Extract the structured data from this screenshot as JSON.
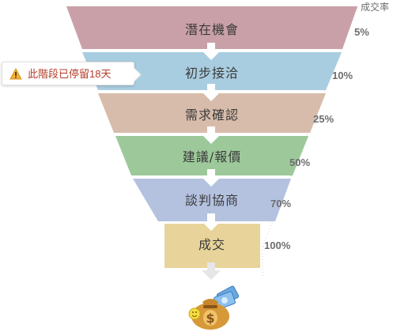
{
  "header": {
    "conversion_rate_label": "成交率"
  },
  "stages": [
    {
      "name": "潛在機會",
      "rate": "5%",
      "color": "#c9a0a8"
    },
    {
      "name": "初步接洽",
      "rate": "10%",
      "color": "#a9cde0"
    },
    {
      "name": "需求確認",
      "rate": "25%",
      "color": "#d8bcab"
    },
    {
      "name": "建議/報價",
      "rate": "50%",
      "color": "#9dc99a"
    },
    {
      "name": "談判協商",
      "rate": "70%",
      "color": "#b4c2e0"
    },
    {
      "name": "成交",
      "rate": "100%",
      "color": "#e8d49a"
    }
  ],
  "tooltip": {
    "text": "此階段已停留18天",
    "icon": "warning-icon"
  },
  "footer_icon": "money-bag-icon"
}
